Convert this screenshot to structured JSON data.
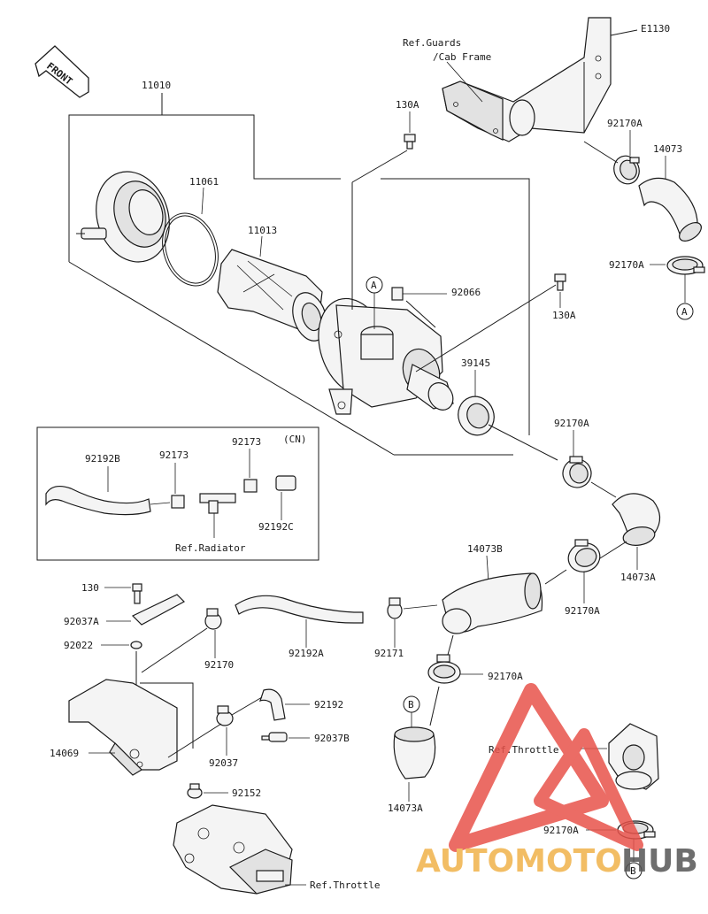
{
  "front_arrow": "FRONT",
  "ref_code": "E1130",
  "inset_cn": "(CN)",
  "labels": {
    "ref_guards_1": "Ref.Guards",
    "ref_guards_2": "/Cab Frame",
    "p11010": "11010",
    "p11061": "11061",
    "p11013": "11013",
    "p130a_top": "130A",
    "p130a_mid": "130A",
    "p92066": "92066",
    "p39145": "39145",
    "p92170a_1": "92170A",
    "p14073": "14073",
    "p92170a_2": "92170A",
    "p92170a_3": "92170A",
    "p14073a_1": "14073A",
    "p14073b": "14073B",
    "p92170a_4": "92170A",
    "p92170a_5": "92170A",
    "p92192b": "92192B",
    "p92173_1": "92173",
    "p92173_2": "92173",
    "p92192c": "92192C",
    "ref_radiator": "Ref.Radiator",
    "p130": "130",
    "p92037a": "92037A",
    "p92022": "92022",
    "p92170": "92170",
    "p92192a": "92192A",
    "p92171": "92171",
    "p14069": "14069",
    "p92192": "92192",
    "p92037b": "92037B",
    "p92037": "92037",
    "p92152": "92152",
    "ref_throttle_1": "Ref.Throttle",
    "ref_throttle_2": "Ref.Throttle",
    "p14073a_2": "14073A",
    "p92170a_6": "92170A"
  },
  "callouts": {
    "a1": "A",
    "a2": "A",
    "b1": "B",
    "b2": "B"
  },
  "watermark": {
    "part1": "AUTOMOTO",
    "part2": "HUB",
    "color_red": "#e8534b",
    "color_orange": "#f0b24a",
    "color_dark": "#555555"
  }
}
